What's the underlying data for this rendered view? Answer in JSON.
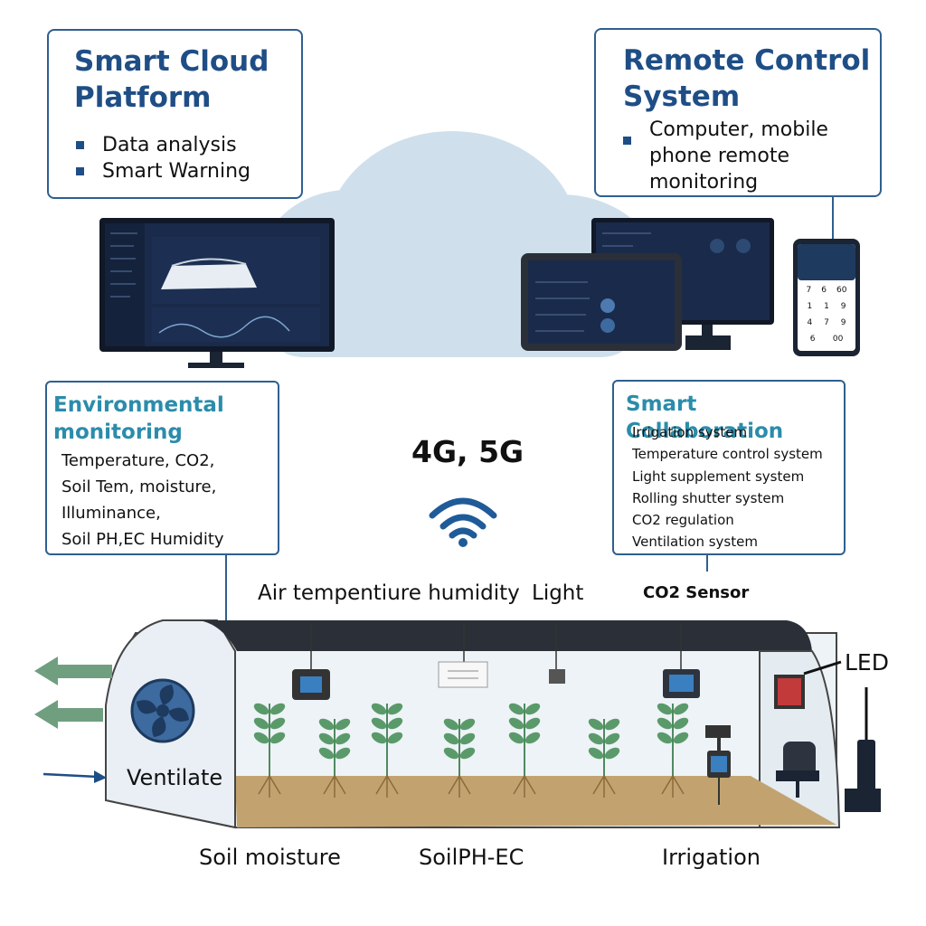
{
  "cloud_platform": {
    "title_line1": "Smart Cloud",
    "title_line2": "Platform",
    "items": [
      "Data analysis",
      "Smart Warning"
    ]
  },
  "remote_control": {
    "title_line1": "Remote Control",
    "title_line2": "System",
    "items": [
      "Computer, mobile",
      "phone remote",
      "monitoring"
    ]
  },
  "environmental": {
    "title_line1": "Environmental",
    "title_line2": "monitoring",
    "lines": [
      "Temperature,  CO2,",
      "Soil Tem, moisture,",
      "Illuminance,",
      "Soil PH,EC  Humidity"
    ]
  },
  "collaboration": {
    "title": "Smart Collaboration",
    "items": [
      "Irrigation system",
      "Temperature control system",
      "Light supplement system",
      "Rolling shutter system",
      "CO2 regulation",
      "Ventilation system"
    ]
  },
  "network_label": "4G, 5G",
  "labels": {
    "air": "Air tempentiure humidity",
    "light": "Light",
    "co2": "CO2 Sensor",
    "led": "LED",
    "ventilate": "Ventilate",
    "soil_moisture": "Soil moisture",
    "soil_ph_ec": "SoilPH-EC",
    "irrigation": "Irrigation"
  },
  "phone_keypad": [
    "7",
    "6",
    "60",
    "1",
    "1",
    "9",
    "4",
    "7",
    "9",
    "6",
    "00"
  ],
  "colors": {
    "navy": "#1f4e86",
    "teal": "#2b8cab",
    "cloud": "#cfe0ec",
    "screen": "#16223a",
    "soil": "#c2a370",
    "arrow_green": "#6f9f7f",
    "plant": "#5a9a6a"
  }
}
